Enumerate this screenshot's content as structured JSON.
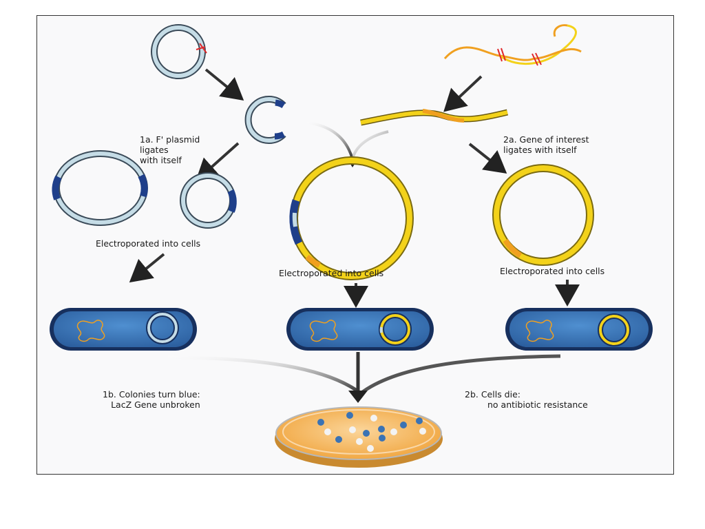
{
  "labels": {
    "step_1a": [
      "1a. F' plasmid",
      "ligates",
      "with itself"
    ],
    "step_2a": [
      "2a. Gene of interest",
      "ligates with itself"
    ],
    "electroporated_left": "Electroporated into cells",
    "electroporated_middle": "Electroporated into cells",
    "electroporated_right": "Electroporated into cells",
    "step_1b": [
      "1b. Colonies turn blue:",
      "LacZ Gene unbroken"
    ],
    "step_2b": [
      "2b. Cells die:",
      "no antibiotic resistance"
    ]
  },
  "colors": {
    "plasmid": "#b9d3df",
    "plasmid_edge": "#3a4a58",
    "marker_blue": "#1f3f8a",
    "gene_yellow": "#f3d21a",
    "gene_orange": "#f0a020",
    "cell_blue": "#3b73b4",
    "cell_dark": "#17305e",
    "dish_orange": "#f5b454"
  }
}
